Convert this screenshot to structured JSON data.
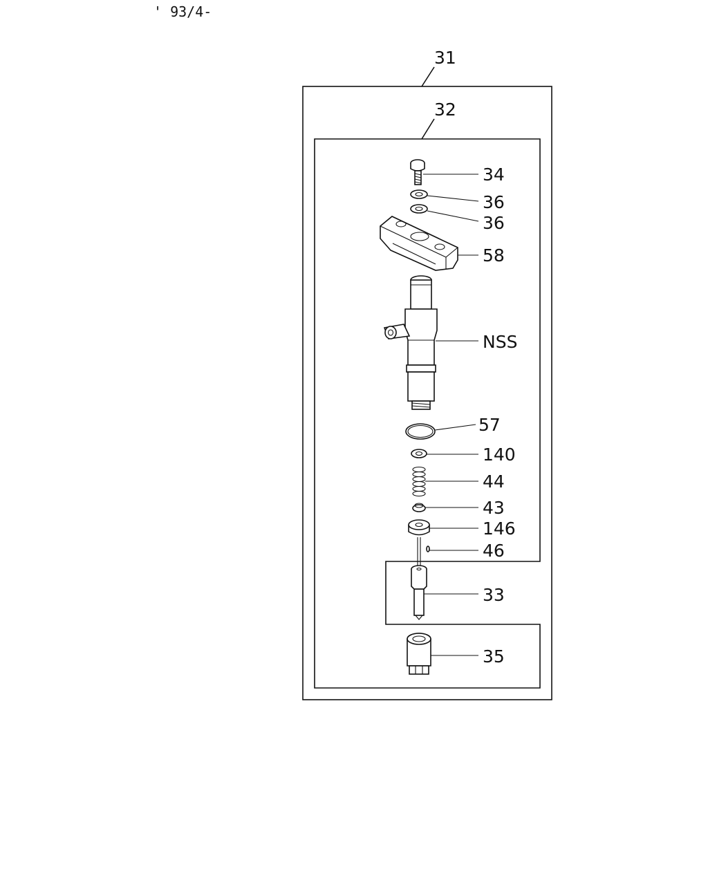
{
  "header": {
    "date_code": "' 93/4-"
  },
  "callouts": {
    "assembly": "31",
    "sub_assembly": "32",
    "bolt": "34",
    "washer_upper": "36",
    "washer_lower": "36",
    "clamp": "58",
    "injector_body": "NSS",
    "o_ring": "57",
    "shim": "140",
    "spring": "44",
    "spring_seat": "43",
    "spacer": "146",
    "pin": "46",
    "nozzle": "33",
    "retaining_nut": "35"
  }
}
